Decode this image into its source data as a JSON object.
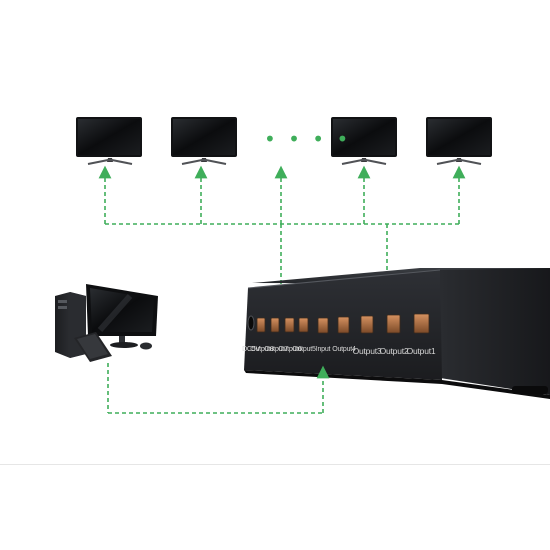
{
  "diagram": {
    "line_color": "#3fae5a",
    "monitor_count_shown": 4,
    "ellipsis": "• • • •",
    "ports": [
      {
        "id": "dc",
        "label": "DC5V"
      },
      {
        "id": "out8",
        "label": "Output8"
      },
      {
        "id": "out7",
        "label": "Output7"
      },
      {
        "id": "out6",
        "label": "Output6"
      },
      {
        "id": "out5",
        "label": "Output5"
      },
      {
        "id": "input",
        "label": "Input"
      },
      {
        "id": "out4",
        "label": "Output4"
      },
      {
        "id": "out3",
        "label": "Output3"
      },
      {
        "id": "out2",
        "label": "Output2"
      },
      {
        "id": "out1",
        "label": "Output1"
      }
    ]
  }
}
